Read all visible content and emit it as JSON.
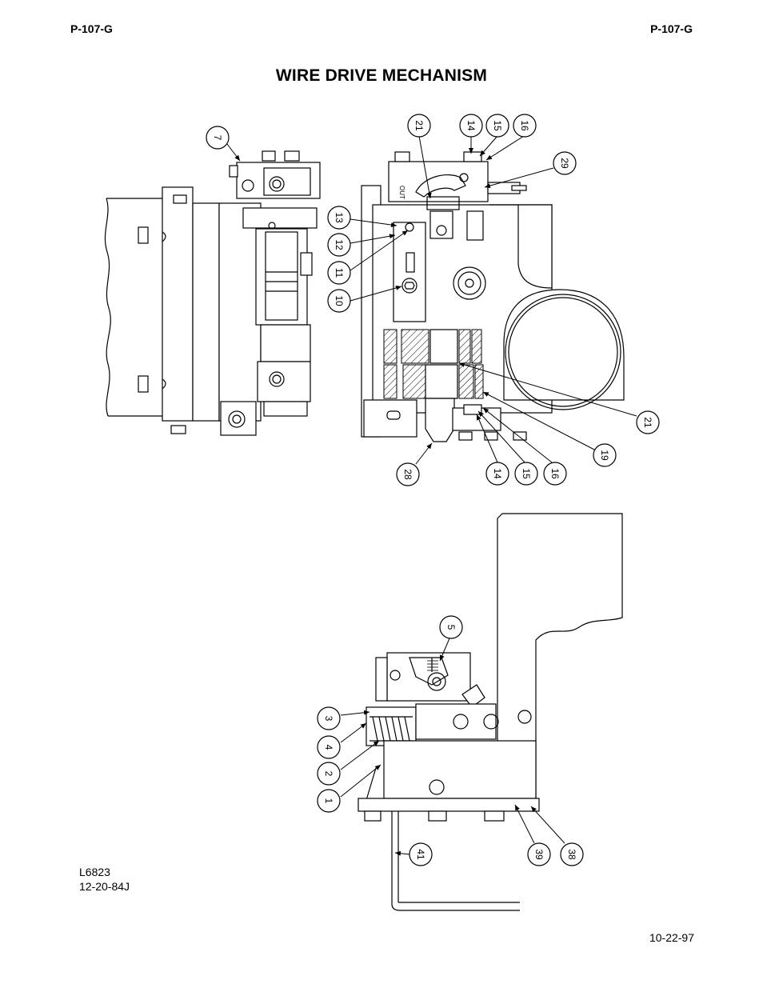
{
  "header": {
    "doc_left": "P-107-G",
    "doc_right": "P-107-G"
  },
  "title": "WIRE DRIVE MECHANISM",
  "drawing": {
    "number": "L6823",
    "revision": "12-20-84J"
  },
  "page_date": "10-22-97",
  "engraving": "OUT",
  "callouts": {
    "c7": "7",
    "c21a": "21",
    "c14a": "14",
    "c15a": "15",
    "c16a": "16",
    "c29": "29",
    "c13": "13",
    "c12": "12",
    "c11": "11",
    "c10": "10",
    "c21b": "21",
    "c19": "19",
    "c28": "28",
    "c14b": "14",
    "c15b": "15",
    "c16b": "16",
    "c5": "5",
    "c3": "3",
    "c4": "4",
    "c2": "2",
    "c1": "1",
    "c41": "41",
    "c39": "39",
    "c38": "38"
  }
}
